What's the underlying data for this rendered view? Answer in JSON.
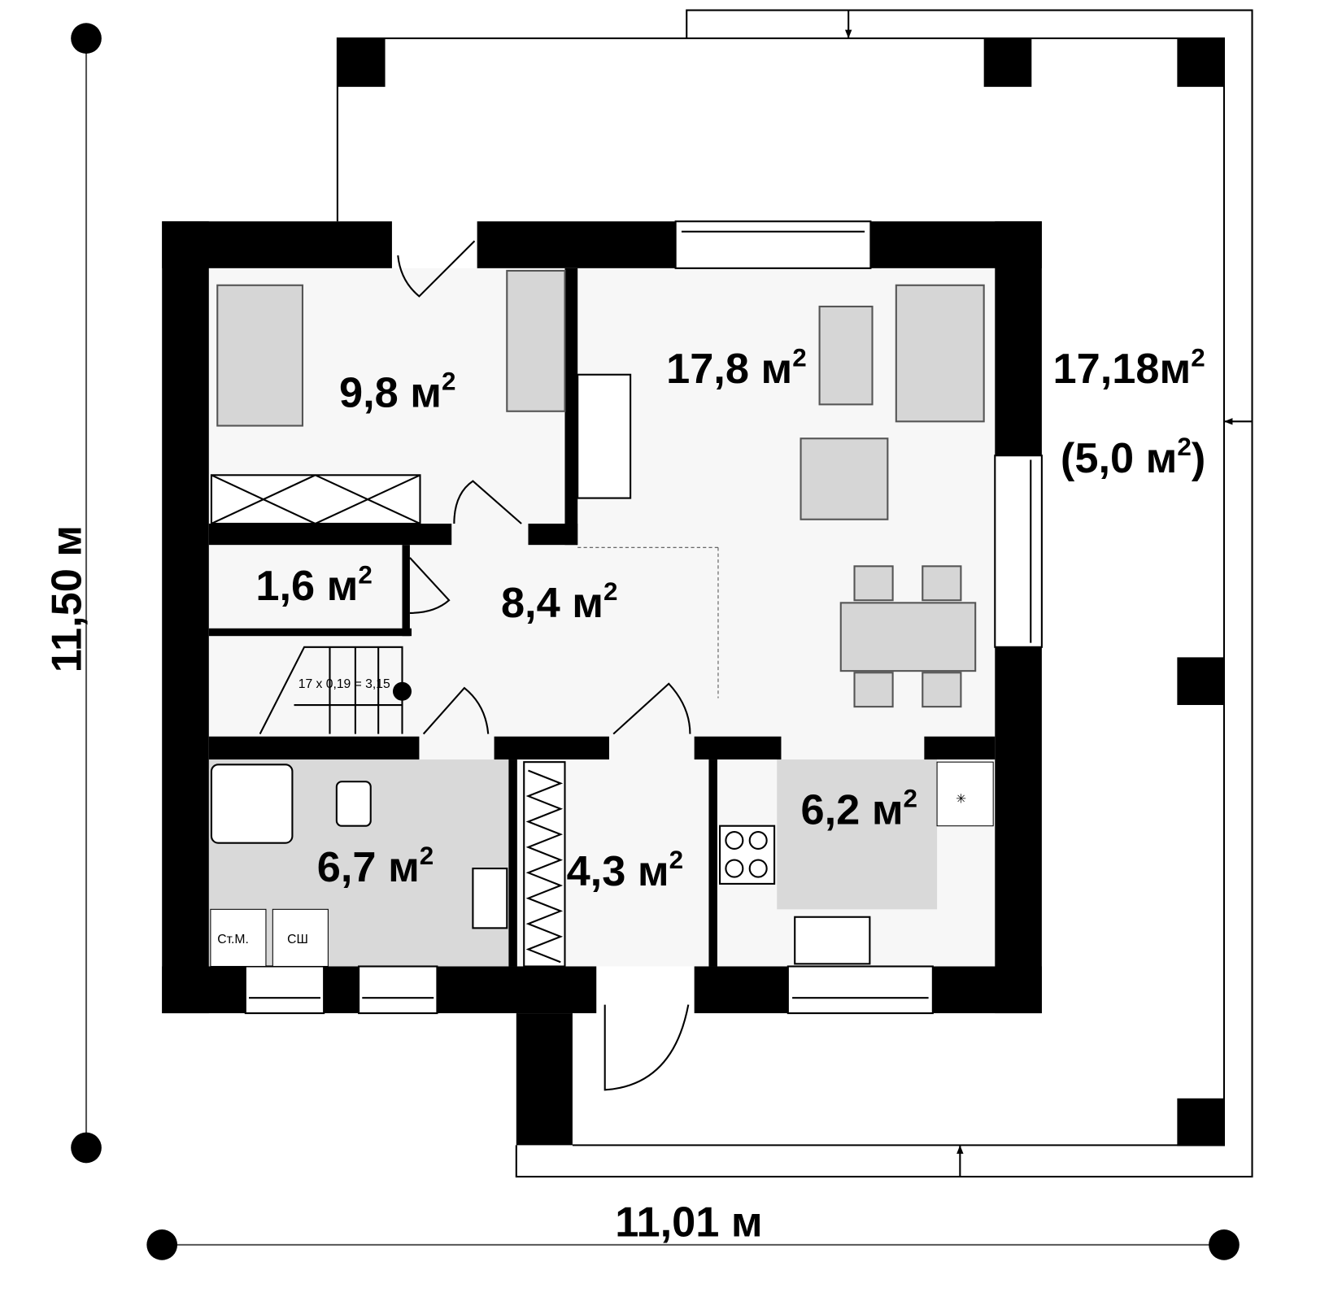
{
  "plan": {
    "overall_height_label": "11,50 м",
    "overall_width_label": "11,01 м",
    "terrace_area": "17,18м",
    "terrace_area_sup": "2",
    "terrace_covered_area": "(5,0 м",
    "terrace_covered_sup": "2",
    "terrace_covered_close": ")",
    "stair_note": "17 x 0,19 = 3,15",
    "appliance_washer": "Ст.М.",
    "appliance_dryer": "СШ"
  },
  "rooms": [
    {
      "area": "9,8 м",
      "sup": "2"
    },
    {
      "area": "17,8 м",
      "sup": "2"
    },
    {
      "area": "1,6 м",
      "sup": "2"
    },
    {
      "area": "8,4 м",
      "sup": "2"
    },
    {
      "area": "6,7 м",
      "sup": "2"
    },
    {
      "area": "4,3 м",
      "sup": "2"
    },
    {
      "area": "6,2 м",
      "sup": "2"
    }
  ],
  "colors": {
    "wall": "#000000",
    "floor": "#f7f7f7",
    "wet_floor": "#d9d9d9",
    "furniture": "#d6d6d6"
  }
}
